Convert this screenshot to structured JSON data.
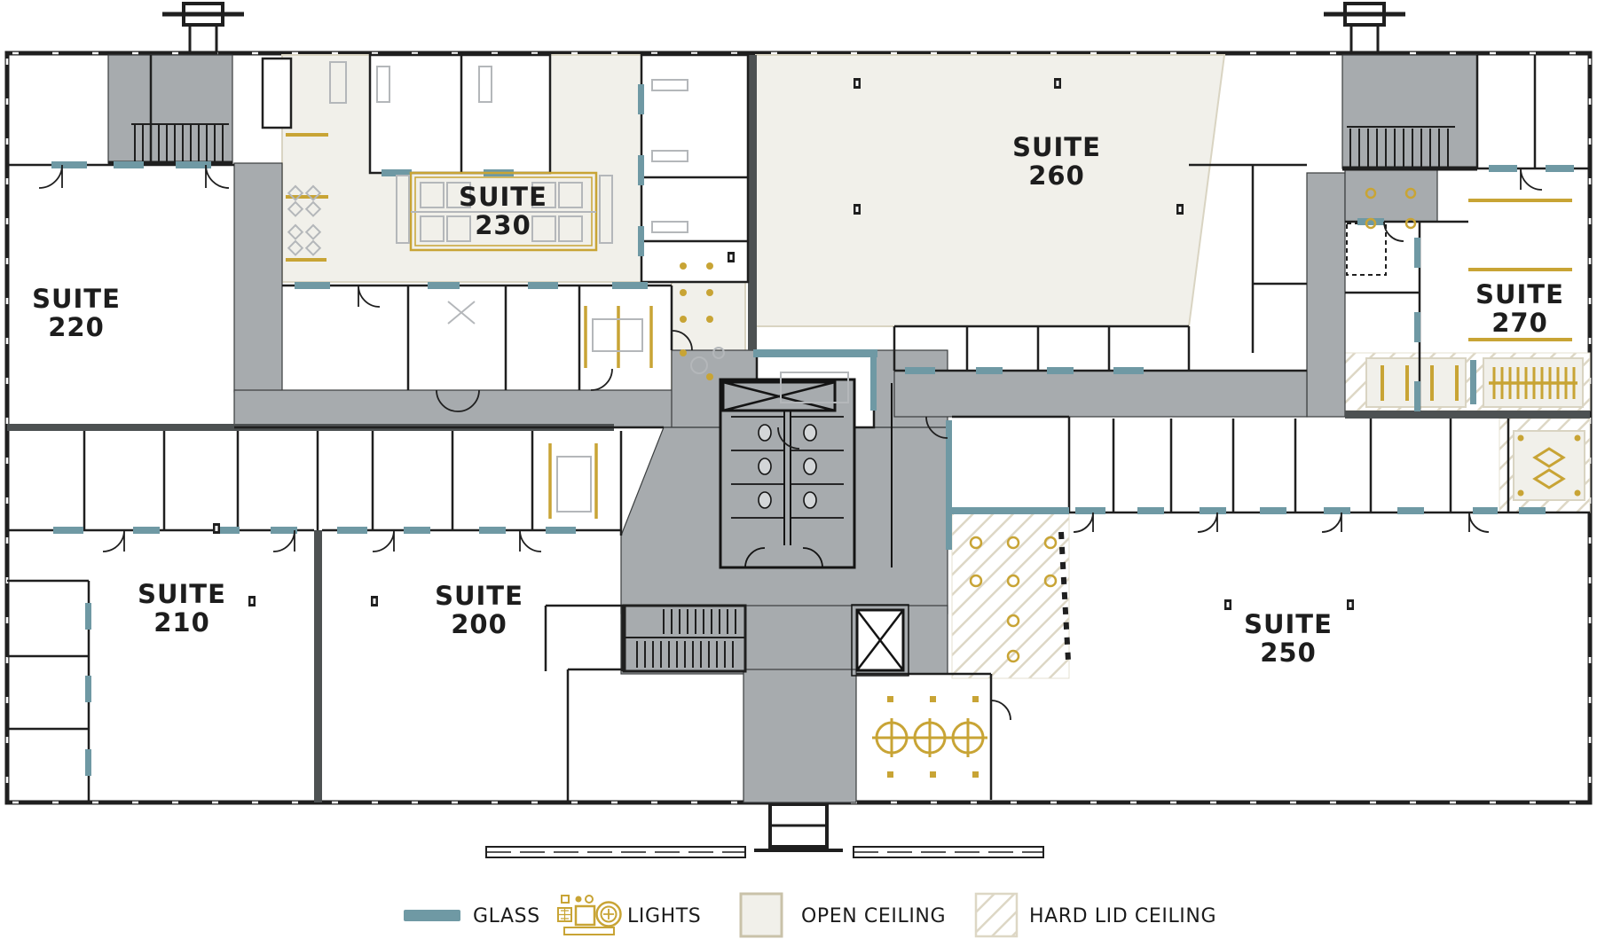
{
  "plan": {
    "suites": {
      "s220": {
        "line1": "SUITE",
        "line2": "220"
      },
      "s230": {
        "line1": "SUITE",
        "line2": "230"
      },
      "s260": {
        "line1": "SUITE",
        "line2": "260"
      },
      "s270": {
        "line1": "SUITE",
        "line2": "270"
      },
      "s210": {
        "line1": "SUITE",
        "line2": "210"
      },
      "s200": {
        "line1": "SUITE",
        "line2": "200"
      },
      "s250": {
        "line1": "SUITE",
        "line2": "250"
      }
    },
    "legend": {
      "items": [
        {
          "icon": "glass-swatch",
          "label": "GLASS"
        },
        {
          "icon": "lights-icon",
          "label": "LIGHTS"
        },
        {
          "icon": "open-ceiling-swatch",
          "label": "OPEN CEILING"
        },
        {
          "icon": "hard-lid-swatch",
          "label": "HARD LID CEILING"
        }
      ]
    },
    "colors": {
      "glass": "#6f99a4",
      "gold": "#c8a435",
      "open_ceiling_fill": "#f1f0ea",
      "open_ceiling_border": "#d9d4c2",
      "hatch_line": "#ddd7c5",
      "corridor_gray": "#a7abae",
      "wall_black": "#1f1f1f",
      "heavy_wall_gray": "#4d5152",
      "furniture_gray": "#b4b7ba",
      "label_text": "#1d1d1d"
    }
  }
}
